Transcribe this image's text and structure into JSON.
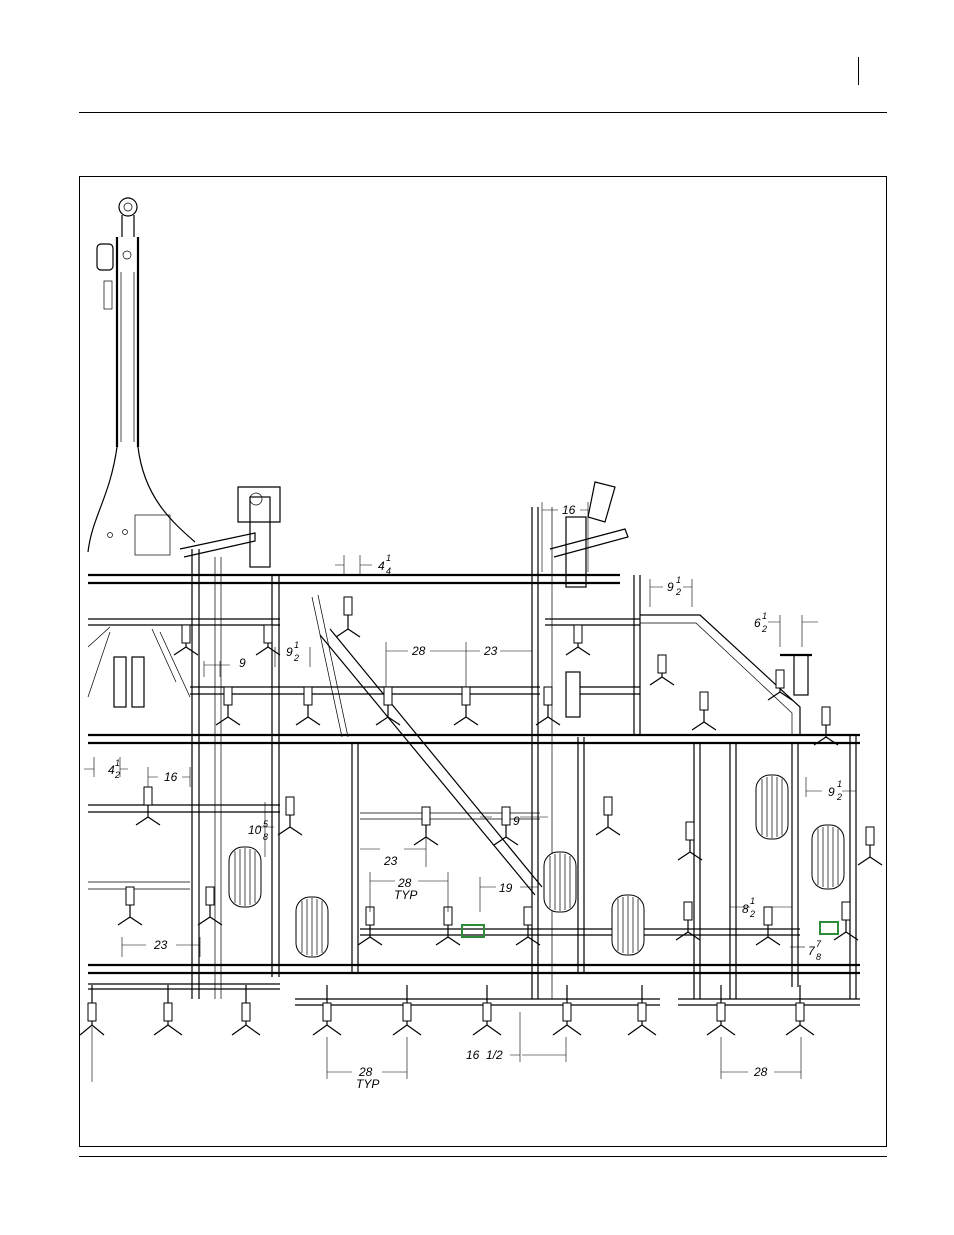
{
  "dimensions": {
    "d_4_1_4": {
      "whole": "4",
      "num": "1",
      "den": "4"
    },
    "d_16_top": "16",
    "d_9_1_2_top": {
      "whole": "9",
      "num": "1",
      "den": "2"
    },
    "d_6_1_2": {
      "whole": "6",
      "num": "1",
      "den": "2"
    },
    "d_9_1_2_left": {
      "whole": "9",
      "num": "1",
      "den": "2"
    },
    "d_9_left": "9",
    "d_28_upper": "28",
    "d_23_upper": "23",
    "d_4_1_2": {
      "whole": "4",
      "num": "1",
      "den": "2"
    },
    "d_16_left": "16",
    "d_9_1_2_right": {
      "whole": "9",
      "num": "1",
      "den": "2"
    },
    "d_10_5_8": {
      "whole": "10",
      "num": "5",
      "den": "8"
    },
    "d_9_mid": "9",
    "d_23_mid": "23",
    "d_28_mid": "28",
    "d_typ_mid": "TYP",
    "d_19": "19",
    "d_8_1_2": {
      "whole": "8",
      "num": "1",
      "den": "2"
    },
    "d_7_7_8": {
      "whole": "7",
      "num": "7",
      "den": "8"
    },
    "d_23_lower": "23",
    "d_28_bottom": "28",
    "d_typ_bottom": "TYP",
    "d_16_1_2": "16  1/2",
    "d_28_bottom_right": "28"
  },
  "colors": {
    "accent_green": "#2e8b3a"
  }
}
